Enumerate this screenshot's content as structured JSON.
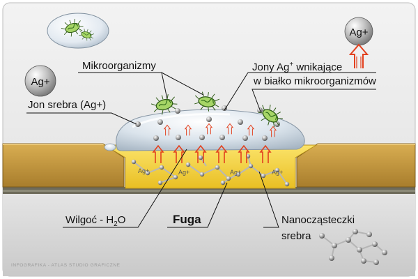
{
  "labels": {
    "mikroorganizmy": "Mikroorganizmy",
    "jony_line1": "Jony Ag",
    "jony_sup": "+",
    "jony_line1_rest": " wnikające",
    "jony_line2": "w białko mikroorganizmów",
    "jon_srebra": "Jon srebra (Ag+)",
    "wilgoc_pre": "Wilgoć - H",
    "wilgoc_sub": "2",
    "wilgoc_post": "O",
    "fuga": "Fuga",
    "nano_line1": "Nanocząsteczki",
    "nano_line2": "srebra"
  },
  "ion_badges": {
    "top_right": "Ag+",
    "left": "Ag+"
  },
  "grout_ions": [
    "Ag+",
    "Ag+",
    "Ag+",
    "Ag+"
  ],
  "credit": "INFOGRAFIKA - ATLAS STUDIO GRAFICZNE",
  "colors": {
    "background": "#e9e9e9",
    "tile": "#c79a3f",
    "grout": "#f4d23c",
    "droplet": "#d8e2ec",
    "arrow": "#e2401e",
    "bacteria": "#9fd060"
  }
}
